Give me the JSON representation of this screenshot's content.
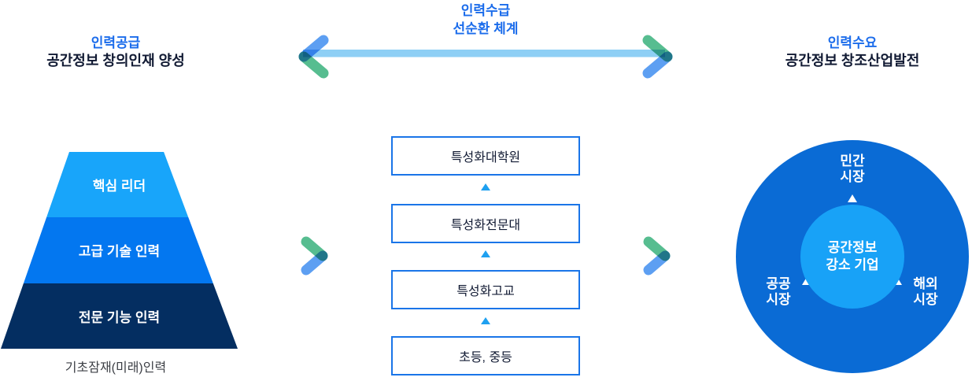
{
  "colors": {
    "title_blue": "#1b6ceb",
    "heading_dark": "#111a33",
    "arrow_bar_blue": "#8ecff5",
    "arrow_stroke_green": "#57bd90",
    "arrow_stroke_blue": "#5d9ff2",
    "pyramid_top": "#18a5fa",
    "pyramid_middle": "#0377f0",
    "pyramid_bottom": "#042e61",
    "stage_box_border": "#1a75e8",
    "small_up_arrow": "#1ea0f0",
    "circle_outer": "#0a6bd5",
    "circle_inner": "#18a2f7",
    "caption_gray": "#3c3f45"
  },
  "title": {
    "line1": "인력수급",
    "line2": "선순환 체계"
  },
  "supply": {
    "heading": "인력공급",
    "subheading": "공간정보 창의인재 양성",
    "pyramid_levels": [
      "핵심 리더",
      "고급 기술 인력",
      "전문 기능 인력"
    ],
    "caption": "기초잠재(미래)인력"
  },
  "education_path": {
    "stages": [
      "특성화대학원",
      "특성화전문대",
      "특성화고교",
      "초등, 중등"
    ]
  },
  "demand": {
    "heading": "인력수요",
    "subheading": "공간정보 창조산업발전",
    "center": {
      "line1": "공간정보",
      "line2": "강소 기업"
    },
    "markets": [
      {
        "line1": "민간",
        "line2": "시장",
        "position": "top"
      },
      {
        "line1": "공공",
        "line2": "시장",
        "position": "bottom-left"
      },
      {
        "line1": "해외",
        "line2": "시장",
        "position": "bottom-right"
      }
    ]
  }
}
